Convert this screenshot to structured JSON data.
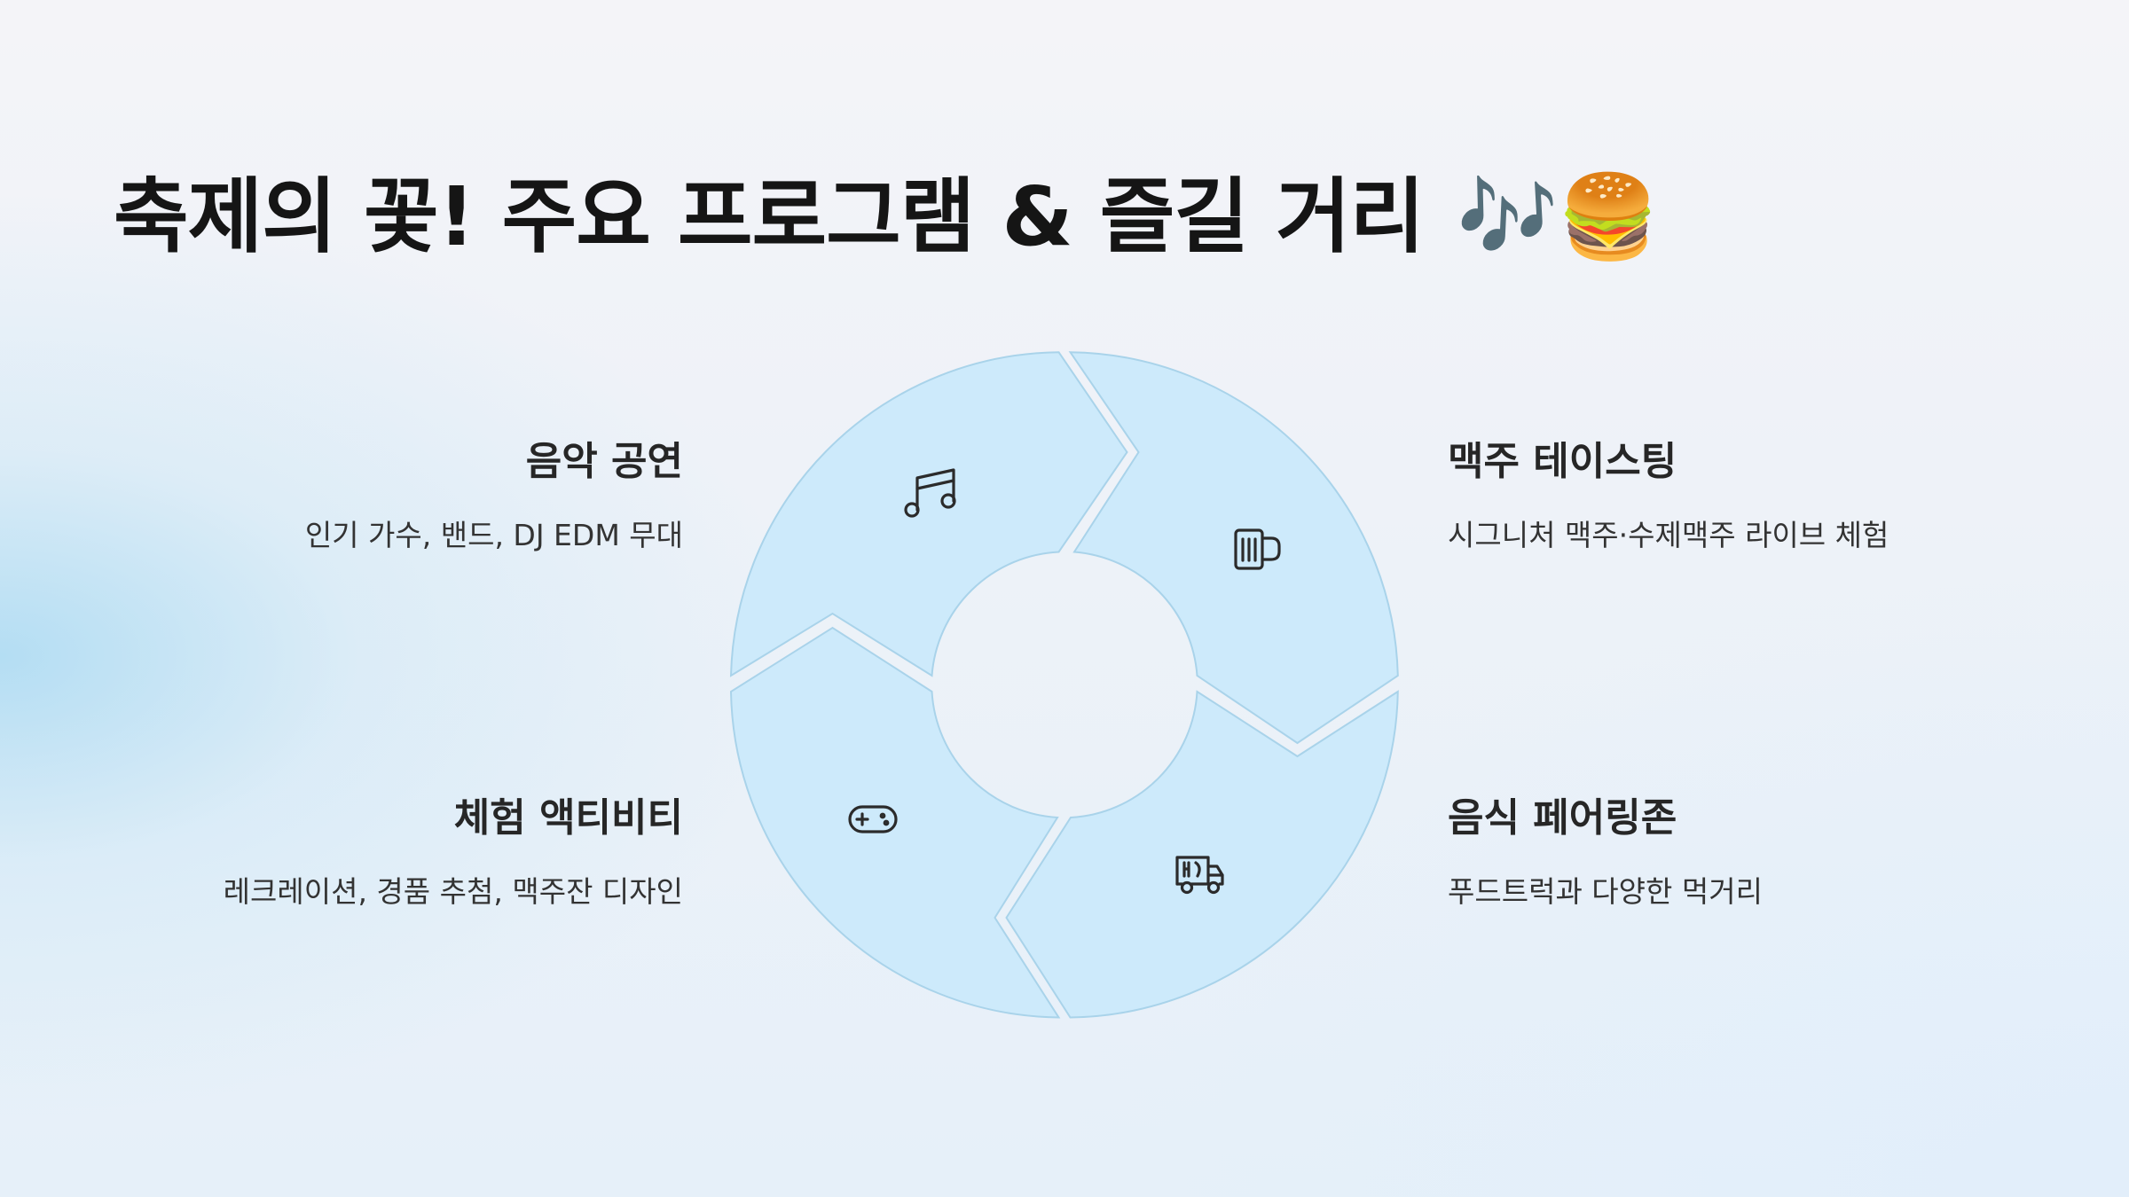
{
  "title": {
    "text": "축제의 꽃! 주요 프로그램 & 즐길 거리",
    "emoji": "🎶🍔"
  },
  "programs": [
    {
      "heading": "음악 공연",
      "description": "인기 가수, 밴드, DJ EDM 무대",
      "icon": "music-note-icon"
    },
    {
      "heading": "맥주 테이스팅",
      "description": "시그니처 맥주·수제맥주 라이브 체험",
      "icon": "beer-mug-icon"
    },
    {
      "heading": "체험 액티비티",
      "description": "레크레이션, 경품 추첨, 맥주잔 디자인",
      "icon": "gamepad-icon"
    },
    {
      "heading": "음식 페어링존",
      "description": "푸드트럭과 다양한 먹거리",
      "icon": "food-truck-icon"
    }
  ],
  "colors": {
    "segment_fill": "#cdeafb",
    "segment_stroke": "#a9d3ea",
    "icon_stroke": "#2b2b2b",
    "title_text": "#151515"
  }
}
